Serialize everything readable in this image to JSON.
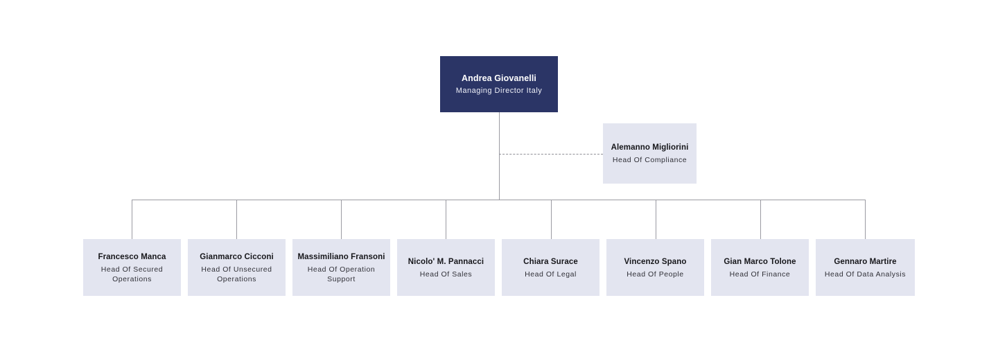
{
  "chart": {
    "type": "org-chart",
    "root": {
      "name": "Andrea Giovanelli",
      "title": "Managing Director Italy"
    },
    "staff": {
      "name": "Alemanno Migliorini",
      "title": "Head Of Compliance",
      "connector": "dashed"
    },
    "children": [
      {
        "name": "Francesco Manca",
        "title": "Head Of Secured Operations"
      },
      {
        "name": "Gianmarco Cicconi",
        "title": "Head Of Unsecured Operations"
      },
      {
        "name": "Massimiliano Fransoni",
        "title": "Head Of Operation Support"
      },
      {
        "name": "Nicolo' M. Pannacci",
        "title": "Head Of Sales"
      },
      {
        "name": "Chiara Surace",
        "title": "Head Of Legal"
      },
      {
        "name": "Vincenzo Spano",
        "title": "Head Of People"
      },
      {
        "name": "Gian Marco Tolone",
        "title": "Head Of Finance"
      },
      {
        "name": "Gennaro Martire",
        "title": "Head Of Data Analysis"
      }
    ]
  },
  "colors": {
    "root_fill": "#2b3566",
    "root_text": "#ffffff",
    "node_fill": "#e3e5f0",
    "node_text": "#16161a",
    "node_subtext": "#2f2f36",
    "connector": "#9a9aa2",
    "background": "#ffffff"
  }
}
